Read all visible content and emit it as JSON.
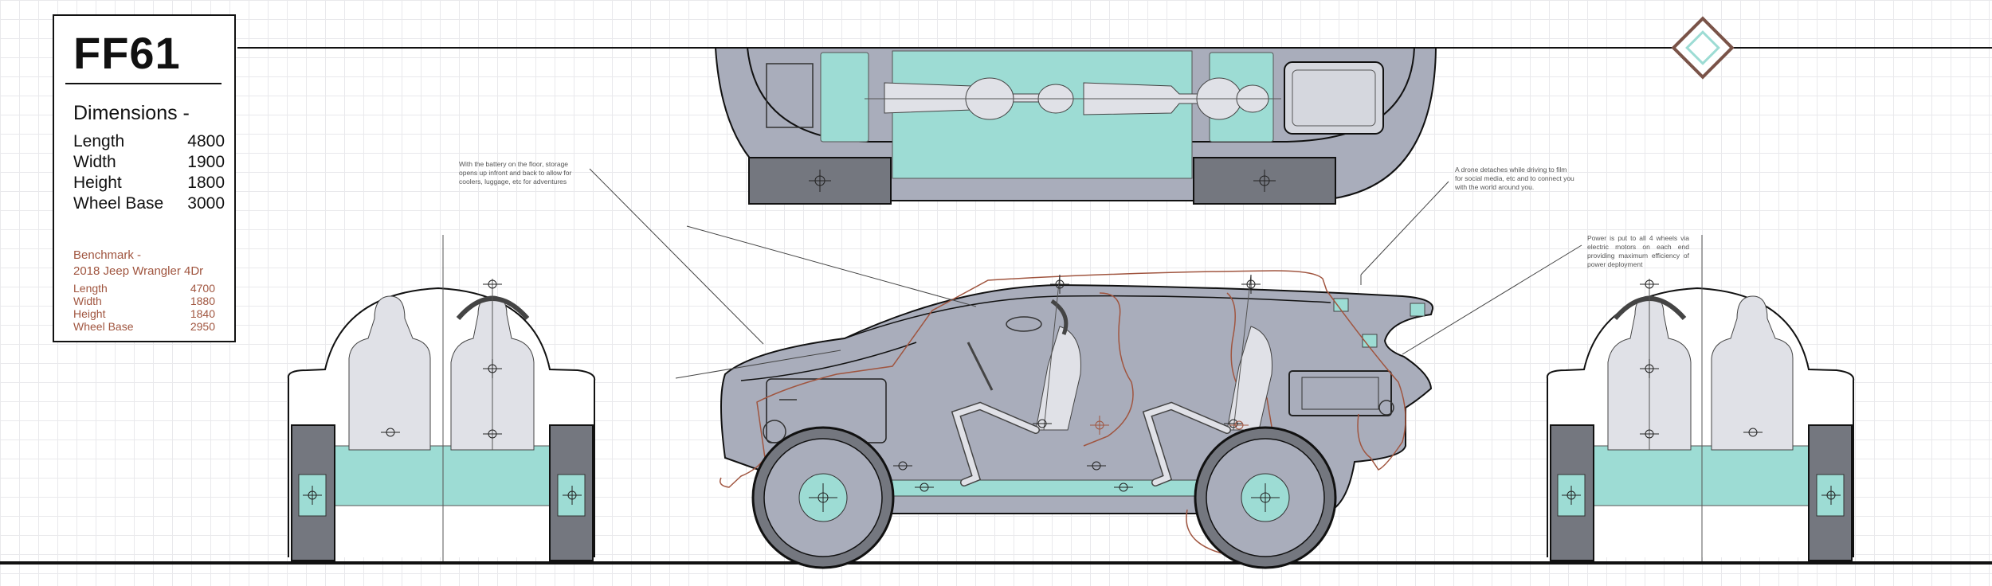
{
  "title": "FF61",
  "dimensions": {
    "heading": "Dimensions -",
    "specs": [
      {
        "label": "Length",
        "value": "4800"
      },
      {
        "label": "Width",
        "value": "1900"
      },
      {
        "label": "Height",
        "value": "1800"
      },
      {
        "label": "Wheel Base",
        "value": "3000"
      }
    ]
  },
  "benchmark": {
    "heading": "Benchmark -",
    "model": "2018 Jeep Wrangler 4Dr",
    "specs": [
      {
        "label": "Length",
        "value": "4700"
      },
      {
        "label": "Width",
        "value": "1880"
      },
      {
        "label": "Height",
        "value": "1840"
      },
      {
        "label": "Wheel Base",
        "value": "2950"
      }
    ]
  },
  "notes": {
    "battery": "With the battery on the floor, storage opens up infront and back to allow for coolers, luggage, etc for adventures",
    "drone": "A drone detaches while driving to film for social media, etc and to connect you with the world around you.",
    "power": "Power is put to all 4 wheels via electric motors on each end providing maximum efficiency of power deployment"
  },
  "colors": {
    "body": "#a9adbb",
    "teal": "#9ddcd4",
    "tire": "#74777f",
    "accent": "#a0553f",
    "line": "#111111"
  }
}
